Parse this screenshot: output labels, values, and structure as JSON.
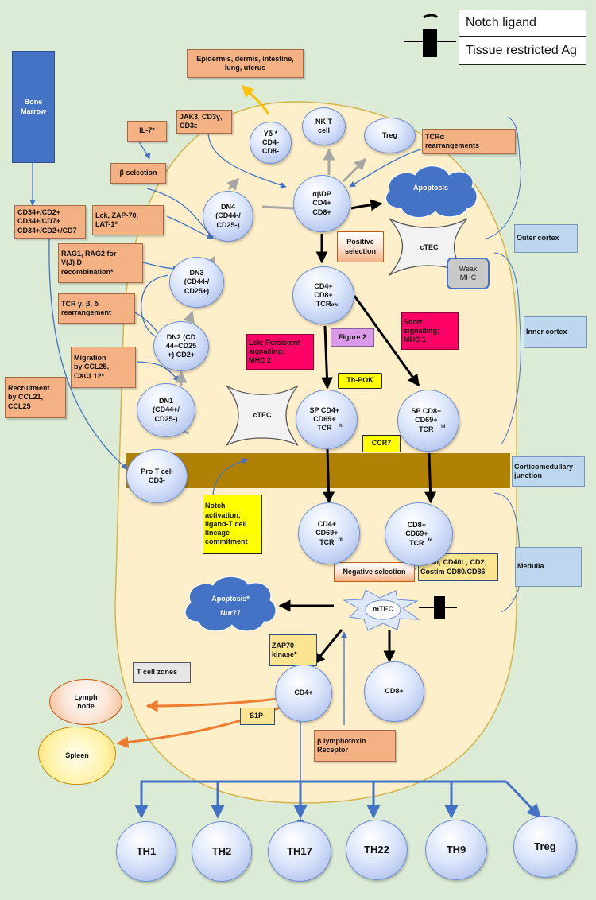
{
  "legend": {
    "notch": "Notch ligand",
    "tra": "Tissue restricted Ag"
  },
  "bone_marrow": "Bone Marrow",
  "progenitor": "CD34+/CD2+\nCD34+/CD7+\nCD34+/CD2+/CD7",
  "recruitment": "Recruitment\nby CCL21,\nCCL25",
  "migration": "Migration\nby CCL25,\nCXCL12*",
  "tcr_rearr": "TCR γ, β, δ\nrearrangement",
  "rag": "RAG1, RAG2 for\nV(J) D\nrecombination*",
  "lck": "Lck, ZAP-70,\nLAT-1*",
  "beta_sel": "β selection",
  "il7": "IL-7*",
  "jak3": "JAK3, CD3γ,\nCD3ε",
  "epidermis": "Epidermis, dermis, intestine,\nlung, uterus",
  "tcra": "TCRα\nrearrangements",
  "cells": {
    "gd": "Yδ *\nCD4-\nCD8-",
    "nkt": "NK T\ncell",
    "treg_top": "Treg",
    "dn4": "DN4\n(CD44-/\nCD25-)",
    "dp": "αβDP\nCD4+\nCD8+",
    "dn3": "DN3\n(CD44-/\nCD25+)",
    "dp_low": "CD4+\nCD8+\nTCR",
    "dp_low_sup": "low",
    "dn2": "DN2 (CD\n44+CD25\n+) CD2+",
    "dn1": "DN1\n(CD44+/\nCD25-)",
    "sp4": "SP CD4+\nCD69+\nTCR ",
    "sp8": "SP CD8+\nCD69+\nTCR ",
    "hi": "hi",
    "protcell": "Pro T cell\nCD3-",
    "m4": "CD4+\nCD69+\nTCR ",
    "m8": "CD8+\nCD69+\nTCR ",
    "cd4": "CD4+",
    "cd8": "CD8+"
  },
  "apoptosis": "Apoptosis",
  "apoptosis2": "Apoptosis*",
  "nur77": "Nur77",
  "positive_sel": "Positive\nselection",
  "ctec": "cTEC",
  "weak_mhc": "Weak\nMHC",
  "figure2": "Figure 2",
  "short_sig": "Short\nsignalling;\nMHC 1",
  "persistent": "Lck; Persistent\nsignalling;\nMHC 2",
  "thpok": "Th-POK",
  "ccr7": "CCR7",
  "notch_act": "Notch\nactivation,\nligand-T cell\nlineage\ncommitment",
  "neg_sel": "Negative selection",
  "cd40": "CD40; CD40L; CD2;\nCostim CD80/CD86",
  "mtec": "mTEC",
  "zap70": "ZAP70\nkinase*",
  "tcell_zones": "T cell zones",
  "lymph_node": "Lymph\nnode",
  "spleen": "Spleen",
  "s1p": "S1P-",
  "lymphotoxin": "β lymphotoxin\nReceptor",
  "regions": {
    "outer": "Outer cortex",
    "inner": "Inner cortex",
    "junction": "Corticomedullary\njunction",
    "medulla": "Medulla"
  },
  "th": [
    "TH1",
    "TH2",
    "TH17",
    "TH22",
    "TH9",
    "Treg"
  ],
  "colors": {
    "cell": "#dbe5fb",
    "thymus": "#fdefc9",
    "junction": "#b08105",
    "orange": "#f4b183",
    "arrow_blue": "#4472c4"
  }
}
